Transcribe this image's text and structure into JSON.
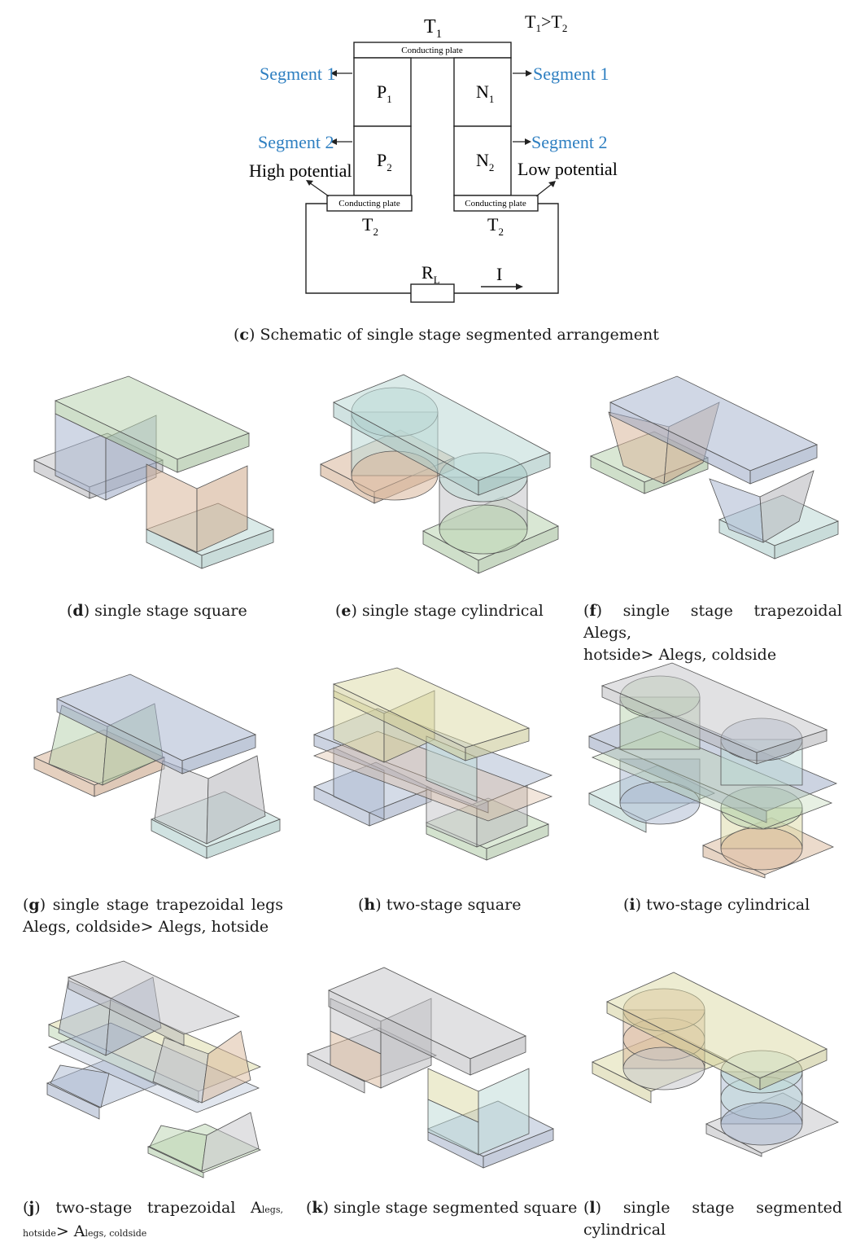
{
  "schematic": {
    "t1": "T",
    "t1_sub": "1",
    "t_relation": "T",
    "t_relation_sub1": "1",
    "t_relation_mid": ">T",
    "t_relation_sub2": "2",
    "top_plate": "Conducting plate",
    "left_plate": "Conducting plate",
    "right_plate": "Conducting plate",
    "p1": "P",
    "p1_sub": "1",
    "p2": "P",
    "p2_sub": "2",
    "n1": "N",
    "n1_sub": "1",
    "n2": "N",
    "n2_sub": "2",
    "seg1_left": "Segment 1",
    "seg2_left": "Segment 2",
    "seg1_right": "Segment 1",
    "seg2_right": "Segment 2",
    "high_potential": "High potential",
    "low_potential": "Low potential",
    "t2_left": "T",
    "t2_left_sub": "2",
    "t2_right": "T",
    "t2_right_sub": "2",
    "rl": "R",
    "rl_sub": "L",
    "current": "I",
    "segment_color": "#2e7fc1"
  },
  "captions": {
    "c_letter": "c",
    "c_text": " Schematic of single stage segmented arrangement",
    "d_letter": "d",
    "d_text": " single stage square",
    "e_letter": "e",
    "e_text": " single stage cylindrical",
    "f_letter": "f",
    "f_line1": " single stage trapezoidal Alegs,",
    "f_line2": "hotside> Alegs, coldside",
    "g_letter": "g",
    "g_line1": " single stage trapezoidal legs",
    "g_line2": "Alegs, coldside> Alegs, hotside",
    "h_letter": "h",
    "h_text": " two-stage square",
    "i_letter": "i",
    "i_text": " two-stage cylindrical",
    "j_letter": "j",
    "j_line1a": " two-stage trapezoidal A",
    "j_line1b": "legs,",
    "j_line2a": "hotside",
    "j_line2b": "> A",
    "j_line2c": "legs, coldside",
    "k_letter": "k",
    "k_text": " single stage segmented square",
    "l_letter": "l",
    "l_line1": " single stage segmented",
    "l_line2": "cylindrical"
  },
  "colors": {
    "green": "#b9d3b0",
    "blue": "#aab7cf",
    "orange": "#d9b79a",
    "gray": "#c4c4c8",
    "teal": "#bcd9d6",
    "yellow": "#dcd9a4"
  }
}
